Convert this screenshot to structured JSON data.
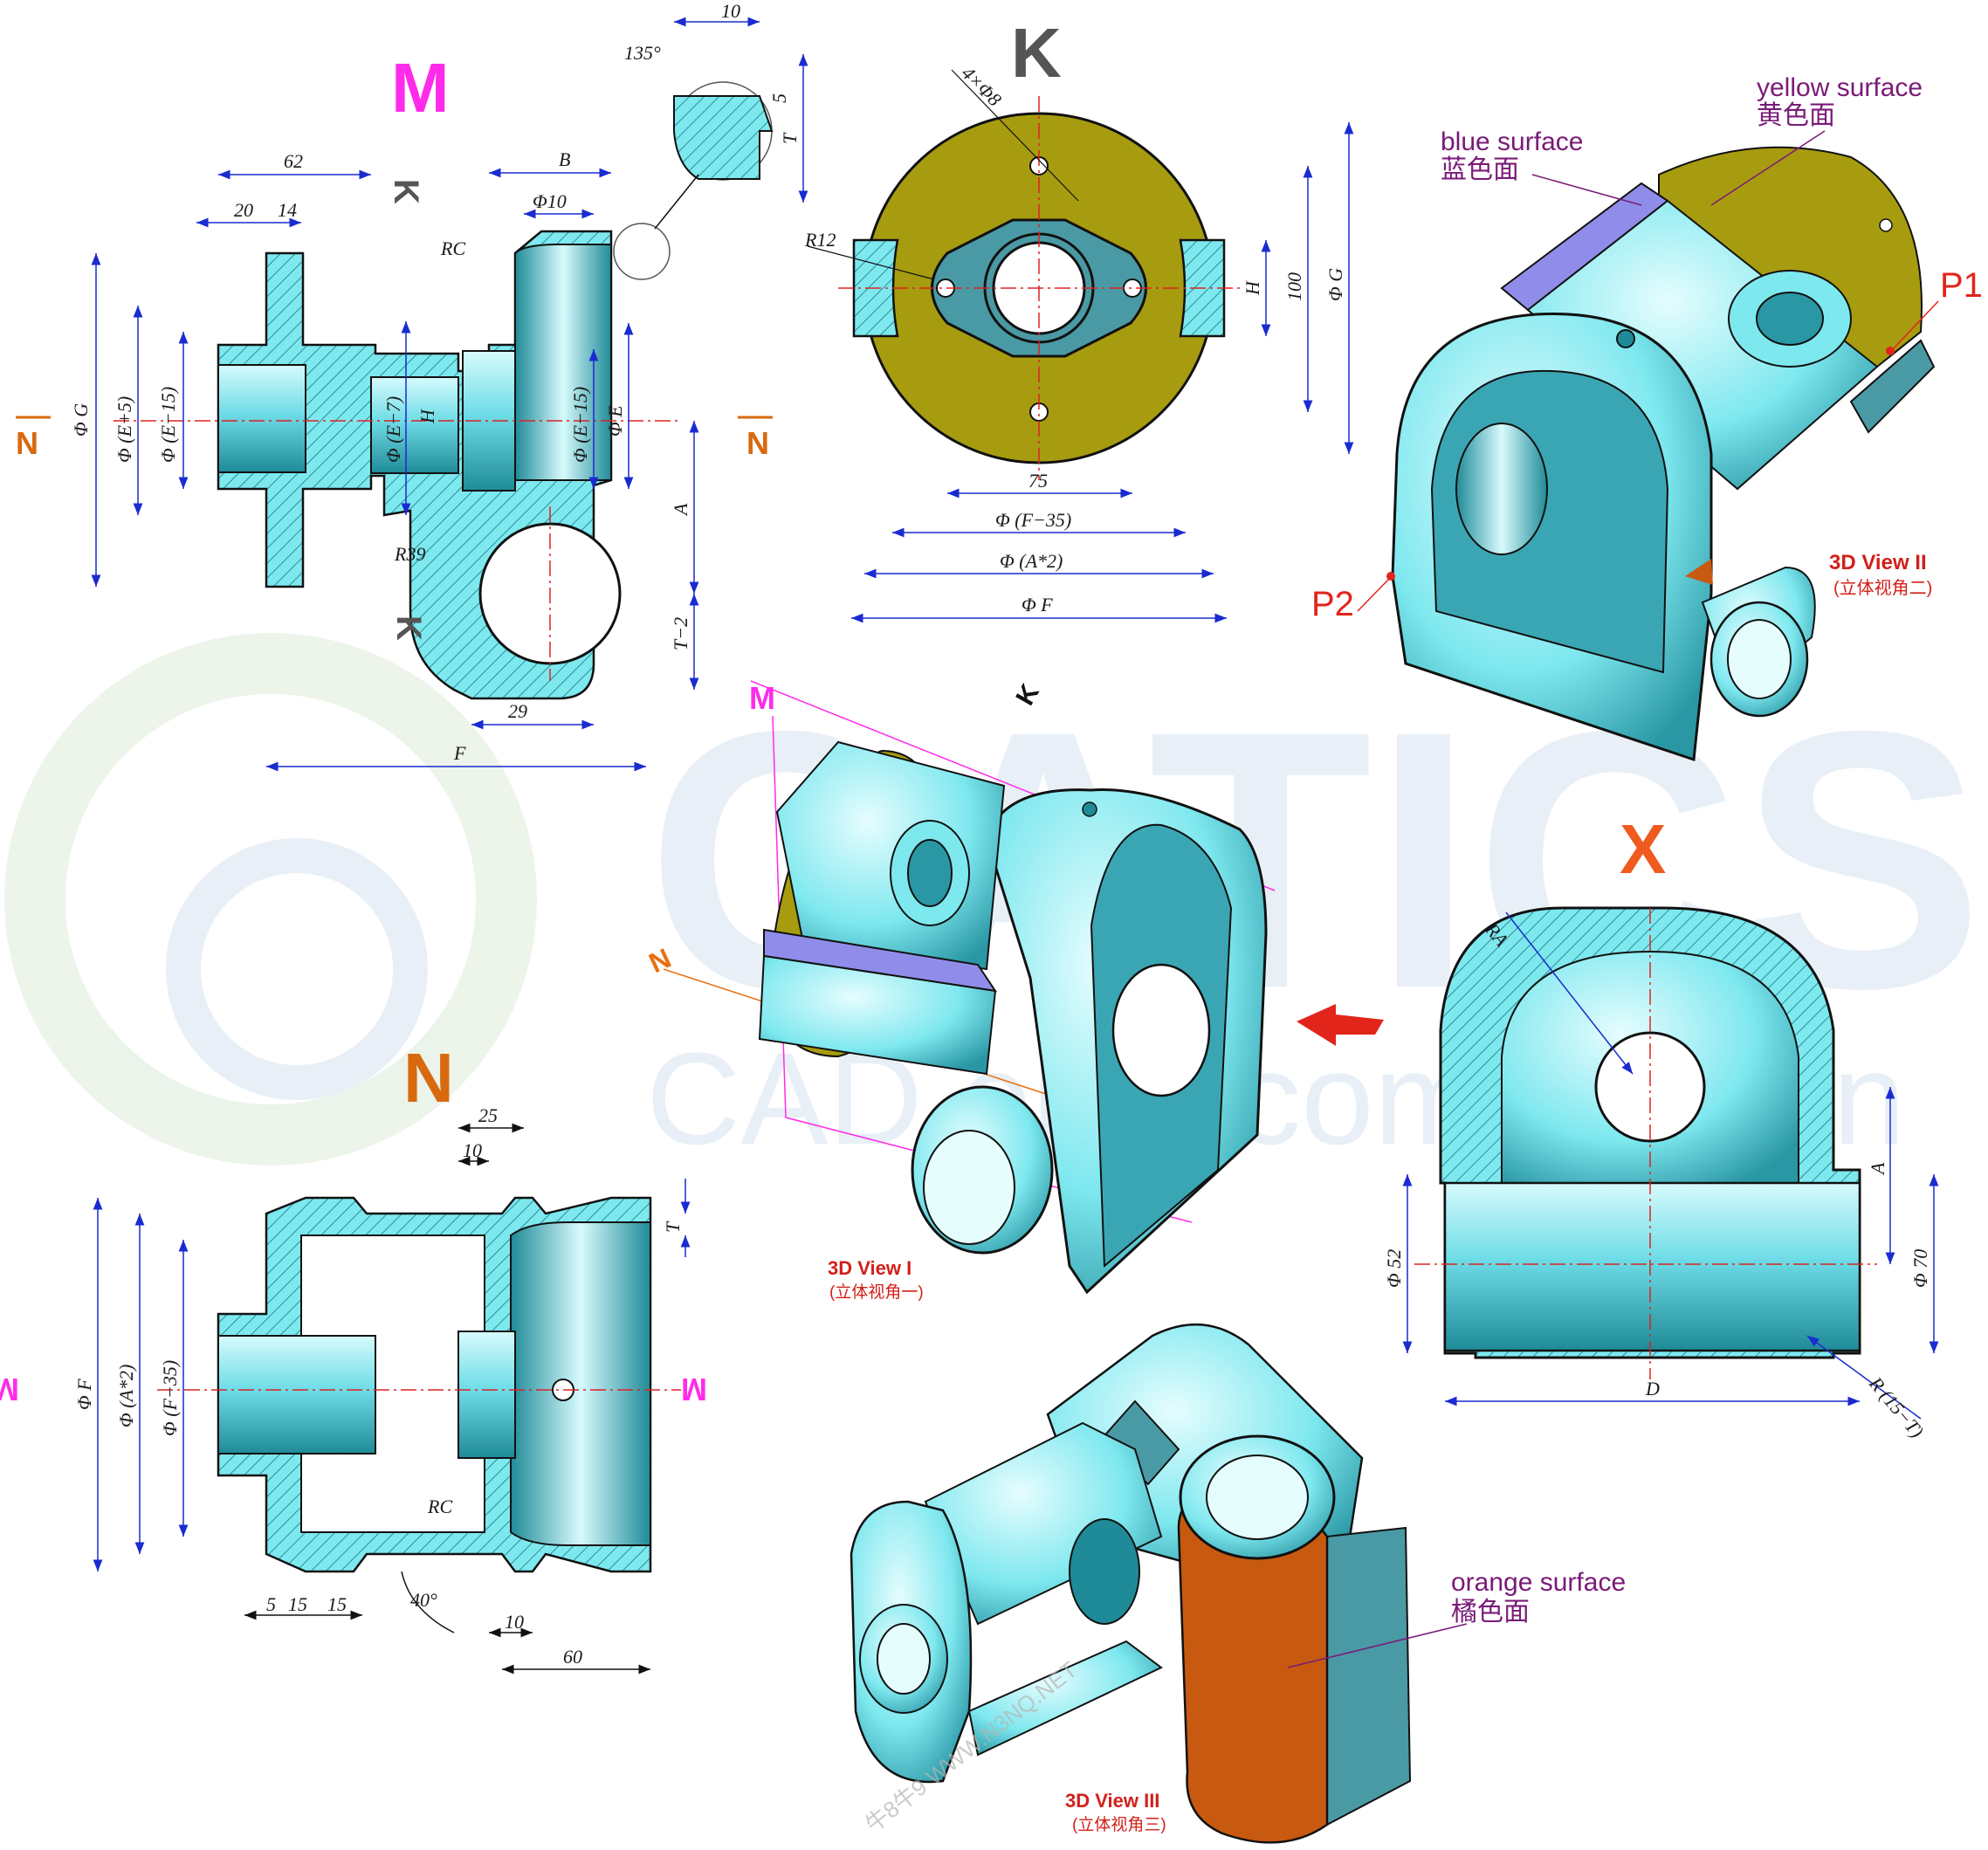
{
  "views": {
    "m": {
      "letter": "M"
    },
    "k": {
      "letter": "K"
    },
    "n": {
      "letter": "N"
    },
    "x": {
      "letter": "X"
    }
  },
  "section_marks": {
    "k": "K",
    "n": "N",
    "m": "M"
  },
  "dims_m": {
    "d62": "62",
    "d20": "20",
    "d14": "14",
    "d10_top": "10",
    "ang135": "135°",
    "d5": "5",
    "T": "T",
    "B": "B",
    "phi10": "Φ10",
    "RC": "RC",
    "phiG": "Φ G",
    "phiE5": "Φ (E+5)",
    "phiE15a": "Φ (E−15)",
    "phiE7": "Φ (E−7)",
    "H": "H",
    "phiE15b": "Φ (E−15)",
    "phiE": "Φ E",
    "A": "A",
    "R39": "R39",
    "T2": "T−2",
    "d29": "29",
    "F": "F"
  },
  "dims_k": {
    "hole": "4×Φ8",
    "R12": "R12",
    "H": "H",
    "d100": "100",
    "phiG": "Φ G",
    "d75": "75",
    "phiF35": "Φ (F−35)",
    "phiA2": "Φ (A*2)",
    "phiF": "Φ F"
  },
  "dims_n": {
    "d25": "25",
    "d10": "10",
    "T": "T",
    "phiF": "Φ F",
    "phiA2": "Φ (A*2)",
    "phiF35": "Φ (F−35)",
    "RC": "RC",
    "d5": "5",
    "d15a": "15",
    "d15b": "15",
    "ang40": "40°",
    "d10b": "10",
    "d60": "60"
  },
  "dims_x": {
    "RA": "RA",
    "A": "A",
    "phi52": "Φ 52",
    "phi70": "Φ 70",
    "D": "D",
    "R15T": "R (15−T)"
  },
  "labels": {
    "yellow_en": "yellow surface",
    "yellow_zh": "黄色面",
    "blue_en": "blue surface",
    "blue_zh": "蓝色面",
    "orange_en": "orange surface",
    "orange_zh": "橘色面",
    "p1": "P1",
    "p2": "P2",
    "view1_en": "3D View I",
    "view1_zh": "(立体视角一)",
    "view2_en": "3D View II",
    "view2_zh": "(立体视角二)",
    "view3_en": "3D View III",
    "view3_zh": "(立体视角三)"
  },
  "plane_tags": {
    "m": "M",
    "k": "K",
    "n": "N",
    "x": "X"
  },
  "watermark": {
    "line1": "CATICS",
    "line2": "CAD elite competition",
    "stamp": "牛8牛9 WWW.N3NQ.NET"
  },
  "colors": {
    "cyan": "#7ee8ef",
    "cyan_dark": "#3aa6b4",
    "teal": "#4a9aa5",
    "yellow": "#a79c0f",
    "blue": "#8f8de9",
    "orange": "#c75a10",
    "magenta": "#ff2bea",
    "orange_letter": "#d9690f",
    "red": "#e1251b",
    "dim_blue": "#1a2bd0",
    "label_purple": "#7a1a78"
  }
}
